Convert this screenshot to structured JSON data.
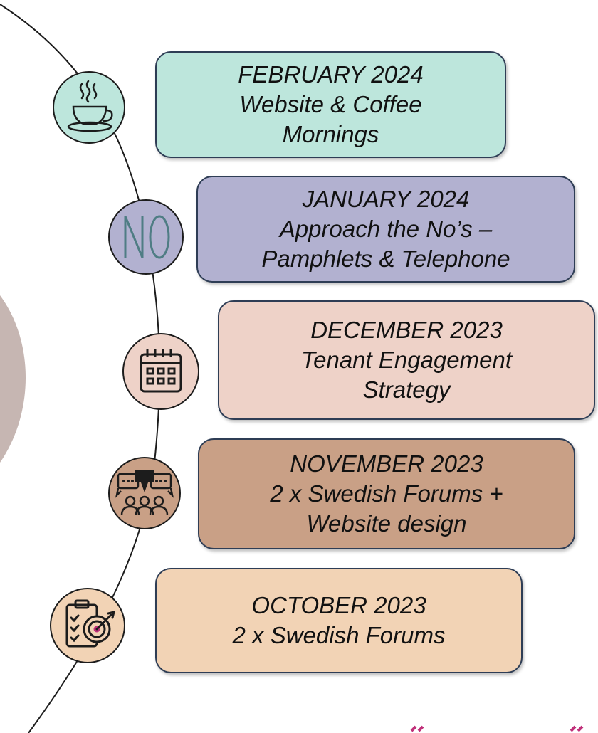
{
  "colors": {
    "line": "#1c1c1c",
    "card_border": "#2e3d55",
    "left_arc": "#c6b6b2",
    "accent": "#c0307a"
  },
  "milestones": [
    {
      "lines": [
        "FEBRUARY 2024",
        "Website & Coffee",
        "Mornings"
      ],
      "icon": "coffee-cup-icon",
      "card_color": "#bde6dc",
      "icon_color": "#bde6dc"
    },
    {
      "lines": [
        "JANUARY 2024",
        "Approach the No’s –",
        "Pamphlets & Telephone"
      ],
      "icon": "no-icon",
      "card_color": "#b2b1d0",
      "icon_color": "#b2b1d0"
    },
    {
      "lines": [
        "DECEMBER 2023",
        "Tenant Engagement",
        "Strategy"
      ],
      "icon": "calendar-icon",
      "card_color": "#eed2c8",
      "icon_color": "#eed2c8"
    },
    {
      "lines": [
        "NOVEMBER 2023",
        "2 x Swedish Forums +",
        "Website design"
      ],
      "icon": "forum-discussion-icon",
      "card_color": "#c9a086",
      "icon_color": "#c9a086"
    },
    {
      "lines": [
        "OCTOBER 2023",
        "2 x Swedish Forums"
      ],
      "icon": "target-checklist-icon",
      "card_color": "#f2d3b5",
      "icon_color": "#f2d3b5"
    }
  ]
}
